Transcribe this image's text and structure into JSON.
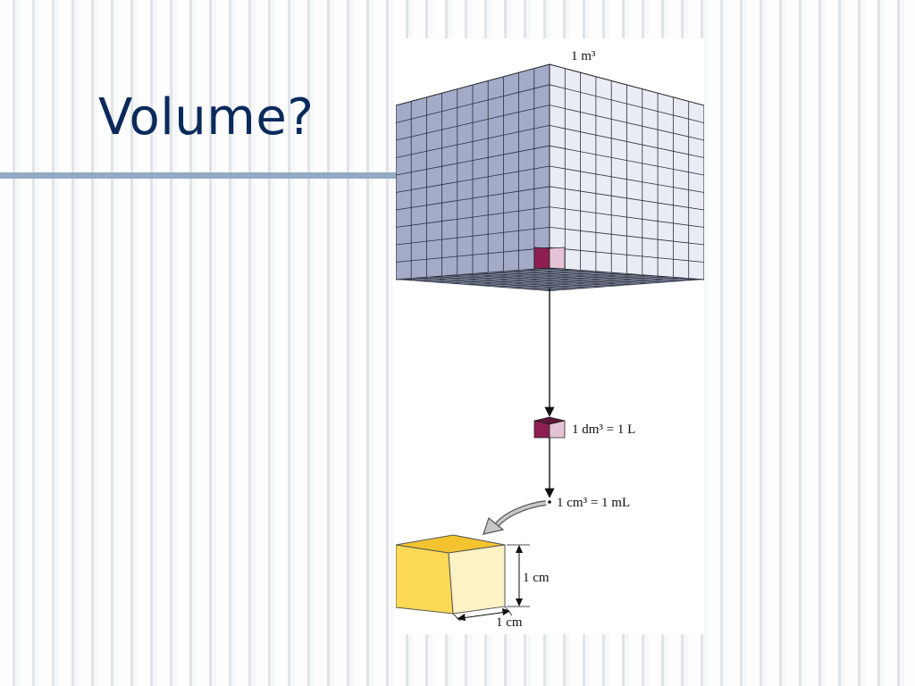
{
  "slide": {
    "title": "Volume?"
  },
  "diagram": {
    "labels": {
      "cubic_meter": "1 m³",
      "cubic_decimeter": "1 dm³ = 1 L",
      "cubic_centimeter": "1 cm³ = 1 mL",
      "height": "1 cm",
      "width": "1 cm"
    },
    "colors": {
      "title": "#0b2a5c",
      "rule": "#93aac4",
      "big_cube_left_face": "#a3abc9",
      "big_cube_right_face": "#eaecf5",
      "highlight_dark": "#8e1e52",
      "highlight_light": "#e5c3d4",
      "small_cube_top": "#f4c430",
      "small_cube_front": "#fbd855",
      "small_cube_side": "#fdf2c4"
    }
  }
}
